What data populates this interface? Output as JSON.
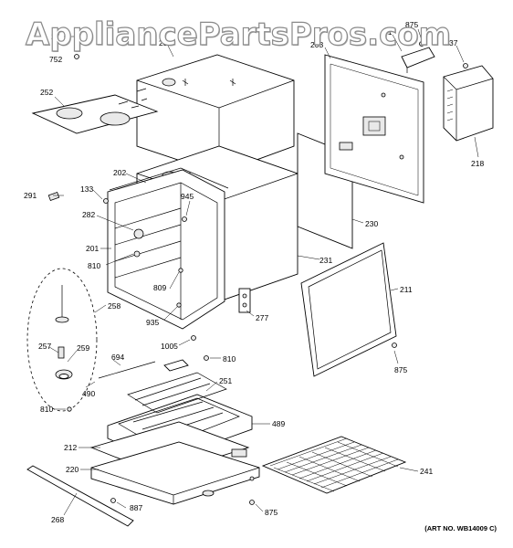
{
  "watermark": "AppliancePartsPros.com",
  "art_number": "(ART NO. WB14009 C)",
  "callouts": {
    "c_752": "752",
    "c_27": "27",
    "c_23": "23",
    "c_252": "252",
    "c_203": "203",
    "c_21": "21",
    "c_875a": "875",
    "c_37": "37",
    "c_218": "218",
    "c_202": "202",
    "c_133": "133",
    "c_291": "291",
    "c_945": "945",
    "c_282": "282",
    "c_201": "201",
    "c_810a": "810",
    "c_230": "230",
    "c_231": "231",
    "c_809": "809",
    "c_258": "258",
    "c_211": "211",
    "c_935": "935",
    "c_277": "277",
    "c_257": "257",
    "c_259": "259",
    "c_1005": "1005",
    "c_810b": "810",
    "c_694": "694",
    "c_875b": "875",
    "c_251": "251",
    "c_810c": "810",
    "c_490": "490",
    "c_489": "489",
    "c_212": "212",
    "c_220": "220",
    "c_241": "241",
    "c_887": "887",
    "c_268": "268",
    "c_875c": "875"
  }
}
